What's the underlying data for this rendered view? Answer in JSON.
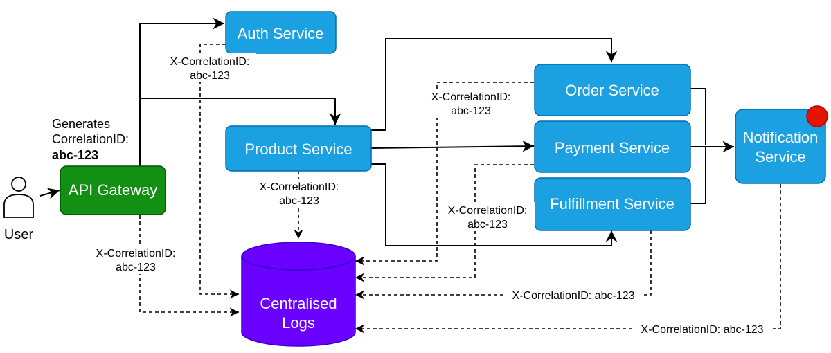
{
  "colors": {
    "service_fill": "#1ba1e2",
    "service_stroke": "#006eaf",
    "gateway_fill": "#138f13",
    "gateway_stroke": "#005700",
    "logs_fill": "#6a00ff",
    "logs_stroke": "#3700cc",
    "notification_dot": "#e51400"
  },
  "icons": {
    "user": "user-icon",
    "logs": "database-cylinder-icon",
    "dot": "red-status-dot"
  },
  "nodes": {
    "user": "User",
    "api_gateway": "API Gateway",
    "auth": "Auth Service",
    "product": "Product Service",
    "order": "Order Service",
    "payment": "Payment Service",
    "fulfillment": "Fulfillment Service",
    "notification_line1": "Notification",
    "notification_line2": "Service",
    "logs_line1": "Centralised",
    "logs_line2": "Logs"
  },
  "annotations": {
    "generates_line1": "Generates",
    "generates_line2": "CorrelationID:",
    "generates_value": "abc-123",
    "corr_key": "X-CorrelationID:",
    "corr_value": "abc-123",
    "corr_inline": "X-CorrelationID: abc-123"
  }
}
